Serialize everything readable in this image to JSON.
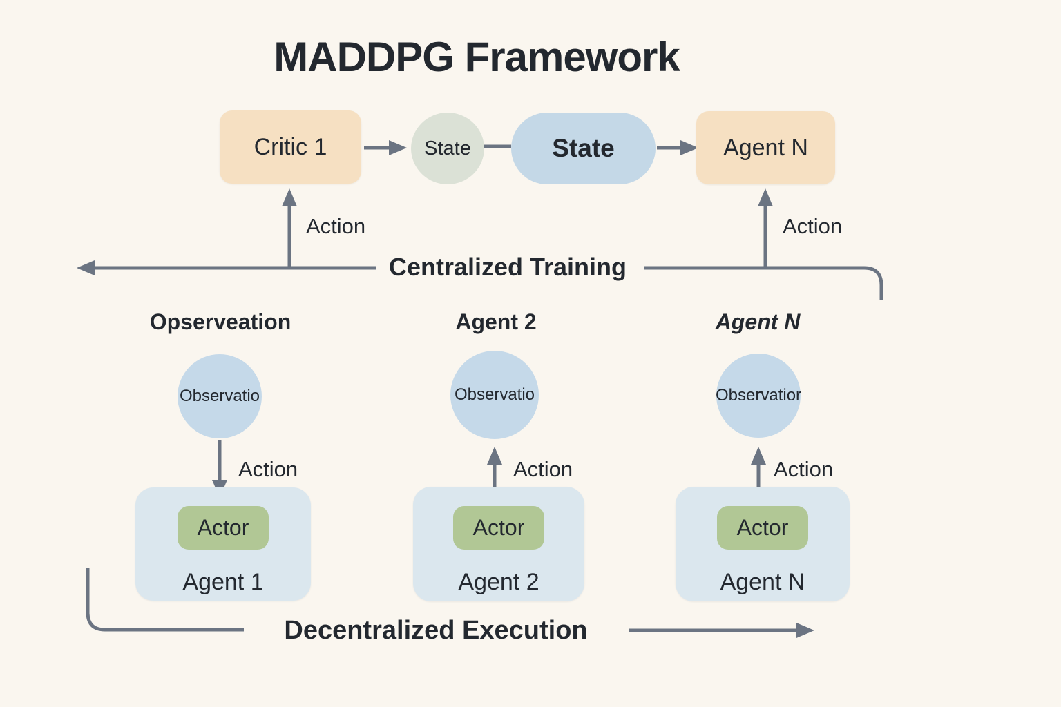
{
  "title": "MADDPG Framework",
  "colors": {
    "bg": "#faf6ef",
    "box-orange": "#f6e0c2",
    "pill-blue": "#c4d8e7",
    "circle-sage": "#dbe1d6",
    "circle-blue": "#c5d9e9",
    "agent-blue": "#dbe7ee",
    "actor-green": "#b1c795",
    "line": "#6b7482",
    "text": "#23282f"
  },
  "training_row": {
    "critic_label": "Critic 1",
    "state_circle_label": "State",
    "state_pill_label": "State",
    "agent_label": "Agent N",
    "critic_action_label": "Action",
    "agent_action_label": "Action",
    "centralized_label": "Centralized Training"
  },
  "agents": [
    {
      "header": "Opserveation",
      "observation_label": "Observatio",
      "action_label": "Action",
      "actor_label": "Actor",
      "agent_label": "Agent 1"
    },
    {
      "header": "Agent 2",
      "observation_label": "Observatio",
      "action_label": "Action",
      "actor_label": "Actor",
      "agent_label": "Agent 2"
    },
    {
      "header": "Agent N",
      "observation_label": "Observatior",
      "action_label": "Action",
      "actor_label": "Actor",
      "agent_label": "Agent N"
    }
  ],
  "execution": {
    "decentralized_label": "Decentralized Execution"
  }
}
